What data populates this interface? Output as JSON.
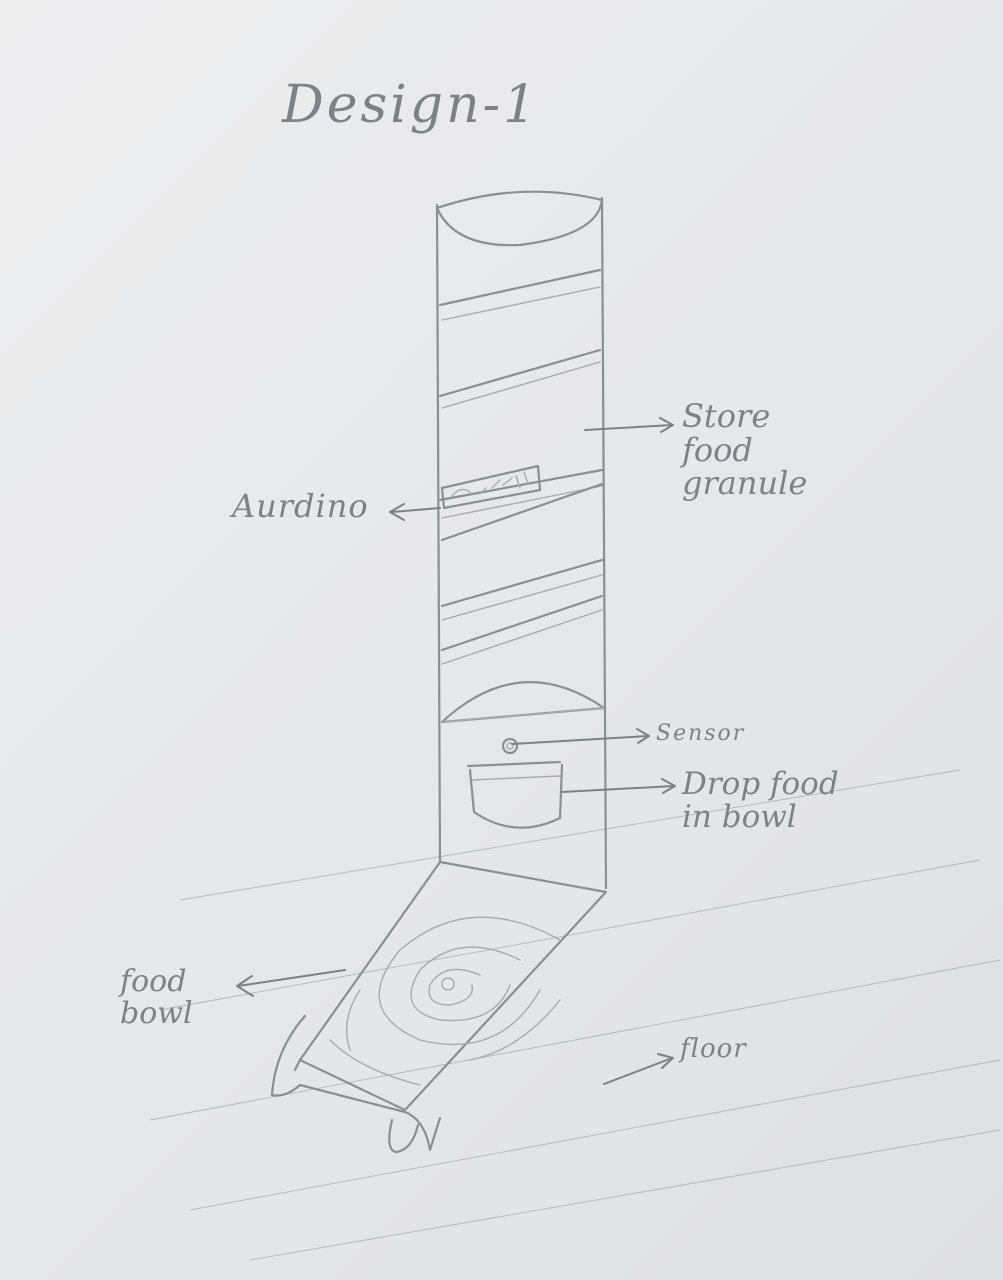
{
  "title": "Design-1",
  "labels": {
    "store": "Store\nfood\ngranule",
    "arduino": "Aurdino",
    "sensor": "Sensor",
    "drop": "Drop food\nin bowl",
    "bowl": "food\nbowl",
    "floor": "floor"
  },
  "colors": {
    "paper": "#e9eaec",
    "pencil": "#8d8e93"
  }
}
